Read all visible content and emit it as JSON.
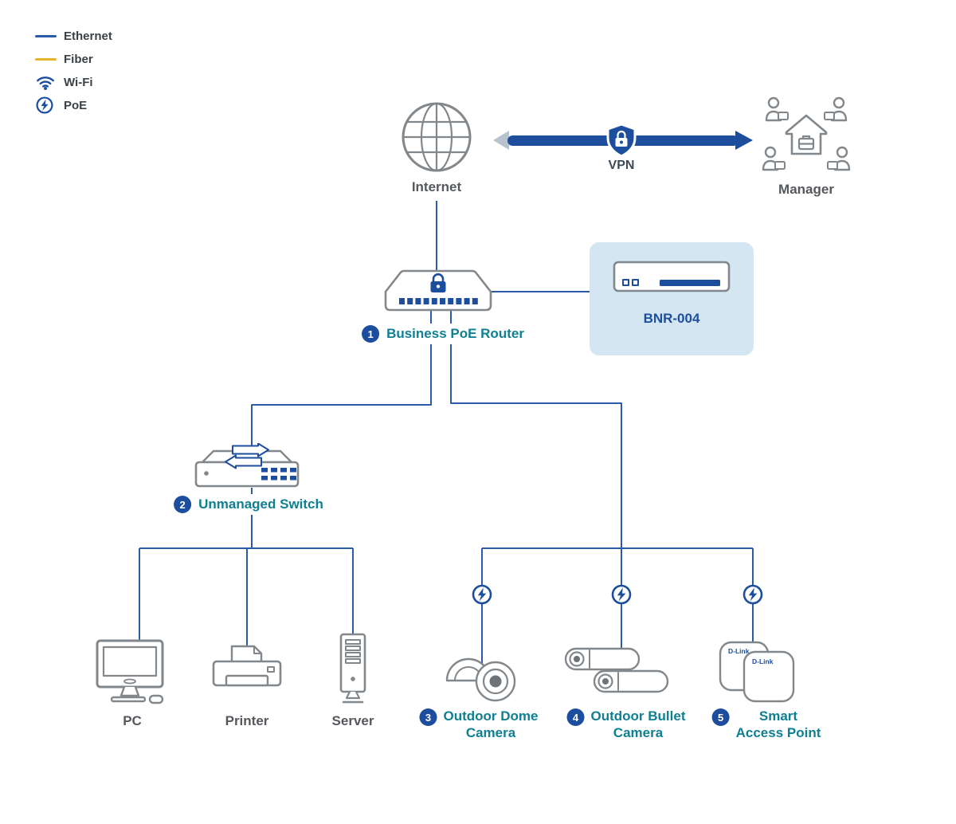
{
  "colors": {
    "ethernet": "#2a5ca8",
    "fiber": "#e8b32c",
    "navy": "#1d4e9e",
    "teal": "#0f7f92",
    "icon-gray": "#82878c",
    "text-gray": "#55585c",
    "box-bg": "#d3e6f1",
    "arrow-gray": "#b7c3cc",
    "lens-gray": "#6e7377"
  },
  "legend": {
    "items": [
      {
        "label": "Ethernet",
        "icon": "ethernet-line"
      },
      {
        "label": "Fiber",
        "icon": "fiber-line"
      },
      {
        "label": "Wi-Fi",
        "icon": "wifi-icon"
      },
      {
        "label": "PoE",
        "icon": "poe-icon"
      }
    ]
  },
  "nodes": {
    "internet": {
      "label": "Internet"
    },
    "vpn": {
      "label": "VPN"
    },
    "manager": {
      "label": "Manager"
    },
    "router": {
      "number": "1",
      "label": "Business PoE Router"
    },
    "model_box": {
      "label": "BNR-004"
    },
    "switch": {
      "number": "2",
      "label": "Unmanaged Switch"
    },
    "pc": {
      "label": "PC"
    },
    "printer": {
      "label": "Printer"
    },
    "server": {
      "label": "Server"
    },
    "dome_camera": {
      "number": "3",
      "label_line1": "Outdoor Dome",
      "label_line2": "Camera"
    },
    "bullet_camera": {
      "number": "4",
      "label_line1": "Outdoor Bullet",
      "label_line2": "Camera"
    },
    "access_point": {
      "number": "5",
      "label_line1": "Smart",
      "label_line2": "Access Point",
      "brand": "D-Link"
    }
  }
}
